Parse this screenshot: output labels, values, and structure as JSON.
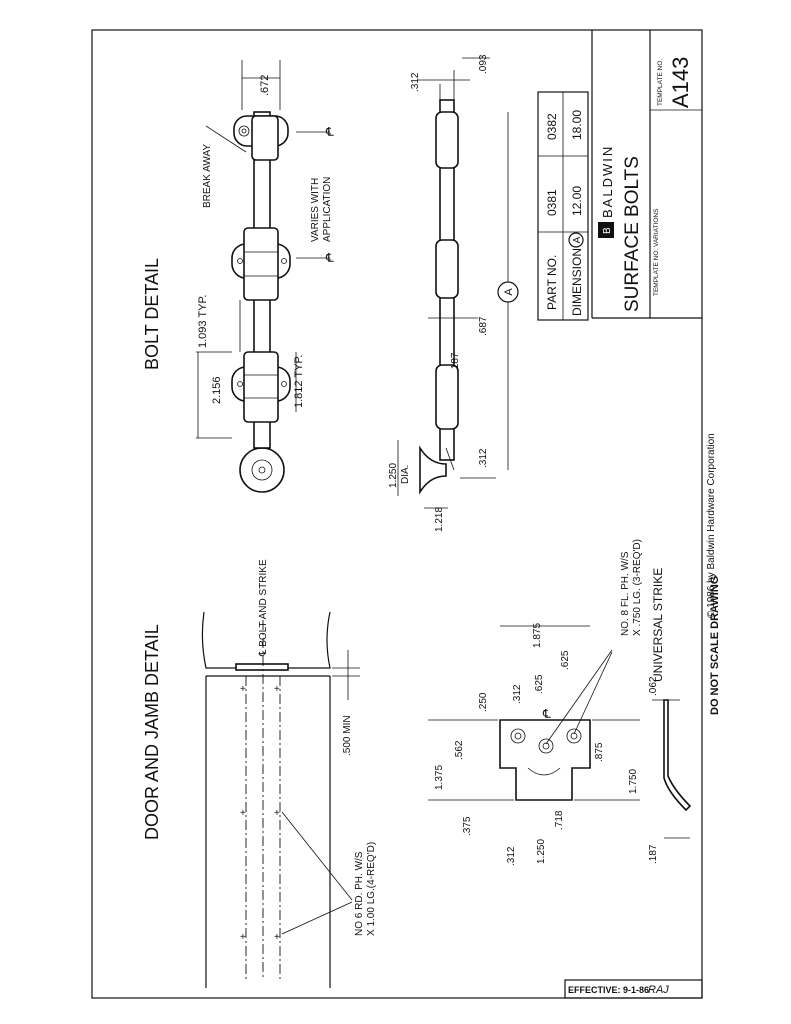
{
  "sheet": {
    "copyright": "© 1986 by Baldwin Hardware Corporation",
    "do_not_scale": "DO NOT SCALE DRAWING",
    "effective": "EFFECTIVE: 9-1-86",
    "effective_initials": "RAJ"
  },
  "door_jamb": {
    "title": "DOOR AND JAMB DETAIL",
    "centerline_label": "℄ BOLT AND STRIKE",
    "min_dim": ".500 MIN",
    "screw_note_1": "NO 6 RD. PH. W/S",
    "screw_note_2": "X 1.00 LG.(4-REQ'D)"
  },
  "strike": {
    "title": "UNIVERSAL   STRIKE",
    "screw_note_1": "NO. 8 FL. PH. W/S",
    "screw_note_2": "X .750 LG. (3-REQ'D)",
    "dims": {
      "d1875": "1.875",
      "d625a": ".625",
      "d625b": ".625",
      "d312a": ".312",
      "d250": ".250",
      "d1375": "1.375",
      "d562": ".562",
      "d375": ".375",
      "d312b": ".312",
      "d1250": "1.250",
      "d718": ".718",
      "d875": ".875",
      "d1750": "1.750",
      "d062": ".062",
      "d187": ".187"
    }
  },
  "bolt": {
    "title": "BOLT DETAIL",
    "break_away": "BREAK AWAY",
    "varies_1": "VARIES WITH",
    "varies_2": "APPLICATION",
    "dims": {
      "d672": ".672",
      "d1093": "1.093 TYP.",
      "d2156": "2.156",
      "d1812": "1.812 TYP.",
      "d312a": ".312",
      "d093": ".093",
      "d687": ".687",
      "d187": ".187",
      "d312b": ".312",
      "d1250": "1.250",
      "dia": "DIA.",
      "d1218": "1.218",
      "a_marker": "A"
    }
  },
  "title_block": {
    "brand": "BALDWIN",
    "brand_mark": "B",
    "col_header": "PART NO.",
    "row_header": "DIMENSION",
    "row_marker": "A",
    "part_numbers": [
      "0381",
      "0382"
    ],
    "dimensions": [
      "12.00",
      "18.00"
    ],
    "product": "SURFACE  BOLTS",
    "variations_label": "TEMPLATE NO. VARIATIONS",
    "template_label": "TEMPLATE NO.",
    "template_no": "A143"
  }
}
